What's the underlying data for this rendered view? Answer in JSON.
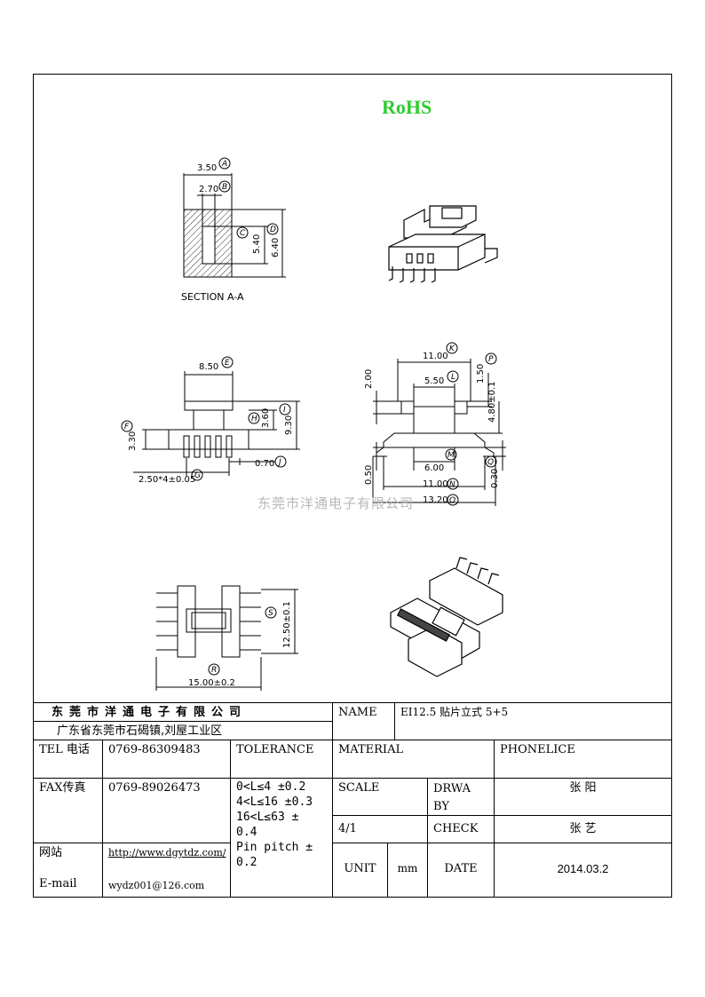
{
  "rohs": "RoHS",
  "watermark": "东莞市洋通电子有限公司",
  "drawing": {
    "section_label": "SECTION A-A",
    "dims": {
      "A": "3.50",
      "B": "2.70",
      "C": "5.40",
      "D": "6.40",
      "E": "8.50",
      "F": "3.30",
      "G": "2.50*4±0.05",
      "H": "3.60",
      "I": "9.30",
      "J": "0.70",
      "K": "11.00",
      "L": "5.50",
      "M": "6.00",
      "N": "11.00",
      "O": "13.20",
      "P": "1.50",
      "P2": "4.80±0.1",
      "Q": "0.30",
      "R": "15.00±0.2",
      "S": "12.50±0.1",
      "left_200": "2.00",
      "left_050": "0.50"
    },
    "letters": [
      "A",
      "B",
      "C",
      "D",
      "E",
      "F",
      "G",
      "H",
      "I",
      "J",
      "K",
      "L",
      "M",
      "N",
      "O",
      "P",
      "Q",
      "R",
      "S"
    ]
  },
  "title_block": {
    "company": "东莞市洋通电子有限公司",
    "address": "广东省东莞市石碣镇,刘屋工业区",
    "name_label": "NAME",
    "name_value": "EI12.5 贴片立式 5+5",
    "tel_label": "TEL 电话",
    "tel_value": "0769-86309483",
    "tolerance_label": "TOLERANCE",
    "material_label": "MATERIAL",
    "phonelice_label": "PHONELICE",
    "fax_label": "FAX传真",
    "fax_value": "0769-89026473",
    "tolerance_lines": [
      "0<L≤4  ±0.2",
      "4<L≤16 ±0.3",
      "16<L≤63 ±",
      "0.4",
      "Pin pitch ±",
      "0.2"
    ],
    "scale_label": "SCALE",
    "drawn_label": "DRWA BY",
    "drawn_value": "张 阳",
    "scale_value": "4/1",
    "check_label": "CHECK",
    "check_value": "张 艺",
    "web_label": "网站",
    "web_value": "http://www.dgytdz.com/",
    "email_label": "E-mail",
    "email_value": "wydz001@126.com",
    "unit_label": "UNIT",
    "unit_value": "mm",
    "date_label": "DATE",
    "date_value": "2014.03.2"
  }
}
